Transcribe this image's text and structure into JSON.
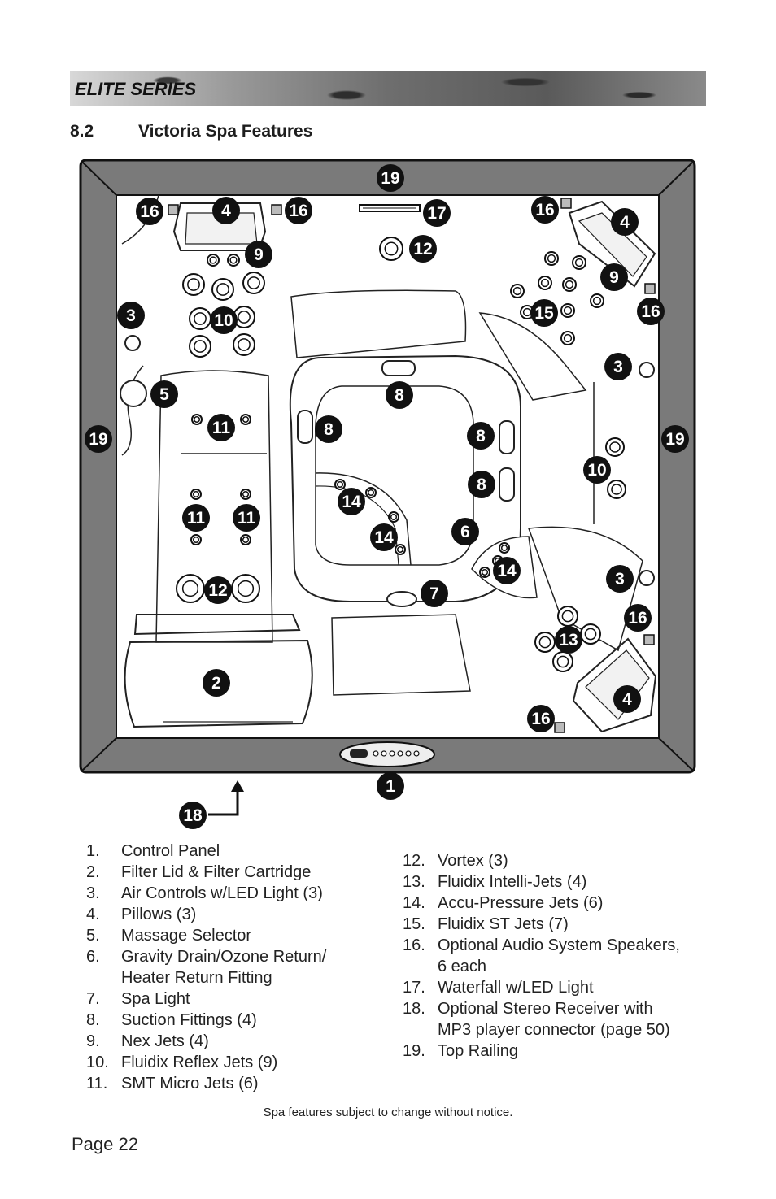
{
  "header": {
    "title": "ELITE SERIES"
  },
  "section": {
    "number": "8.2",
    "title": "Victoria Spa Features"
  },
  "callouts": {
    "c19_top": "19",
    "c16_a": "16",
    "c4_a": "4",
    "c16_b": "16",
    "c17": "17",
    "c12_a": "12",
    "c9_a": "9",
    "c16_c": "16",
    "c4_b": "4",
    "c9_b": "9",
    "c3_a": "3",
    "c10_a": "10",
    "c15": "15",
    "c16_d": "16",
    "c3_b": "3",
    "c5": "5",
    "c8_a": "8",
    "c11_a": "11",
    "c8_b": "8",
    "c8_c": "8",
    "c19_left": "19",
    "c19_right": "19",
    "c10_b": "10",
    "c8_d": "8",
    "c14_a": "14",
    "c11_b": "11",
    "c11_c": "11",
    "c14_b": "14",
    "c6": "6",
    "c14_c": "14",
    "c3_c": "3",
    "c12_b": "12",
    "c7": "7",
    "c16_e": "16",
    "c13": "13",
    "c2": "2",
    "c4_c": "4",
    "c16_f": "16",
    "c1": "1",
    "c18": "18"
  },
  "legend_left": [
    {
      "n": "1.",
      "text": "Control Panel"
    },
    {
      "n": "2.",
      "text": "Filter Lid & Filter Cartridge"
    },
    {
      "n": "3.",
      "text": "Air Controls w/LED Light (3)"
    },
    {
      "n": "4.",
      "text": "Pillows (3)"
    },
    {
      "n": "5.",
      "text": "Massage Selector"
    },
    {
      "n": "6.",
      "text": "Gravity Drain/Ozone Return/"
    },
    {
      "n": "",
      "text": "Heater Return Fitting"
    },
    {
      "n": "7.",
      "text": "Spa Light"
    },
    {
      "n": "8.",
      "text": "Suction Fittings (4)"
    },
    {
      "n": "9.",
      "text": "Nex Jets (4)"
    },
    {
      "n": "10.",
      "text": "Fluidix Reflex Jets (9)"
    },
    {
      "n": "11.",
      "text": "SMT Micro Jets (6)"
    }
  ],
  "legend_right": [
    {
      "n": "12.",
      "text": "Vortex (3)"
    },
    {
      "n": "13.",
      "text": "Fluidix Intelli-Jets (4)"
    },
    {
      "n": "14.",
      "text": "Accu-Pressure Jets (6)"
    },
    {
      "n": "15.",
      "text": "Fluidix ST Jets (7)"
    },
    {
      "n": "16.",
      "text": "Optional Audio System Speakers,"
    },
    {
      "n": "",
      "text": "6 each"
    },
    {
      "n": "17.",
      "text": "Waterfall w/LED Light"
    },
    {
      "n": "18.",
      "text": "Optional Stereo Receiver with"
    },
    {
      "n": "",
      "text": "MP3 player connector (page 50)"
    },
    {
      "n": "19.",
      "text": "Top Railing"
    }
  ],
  "footnote": "Spa features subject to change without notice.",
  "page": "Page 22"
}
